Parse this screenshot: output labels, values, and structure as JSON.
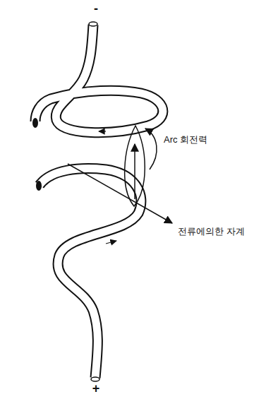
{
  "diagram": {
    "labels": [
      "-",
      "Arc 회전력",
      "전류에의한 자계",
      "+"
    ]
  }
}
